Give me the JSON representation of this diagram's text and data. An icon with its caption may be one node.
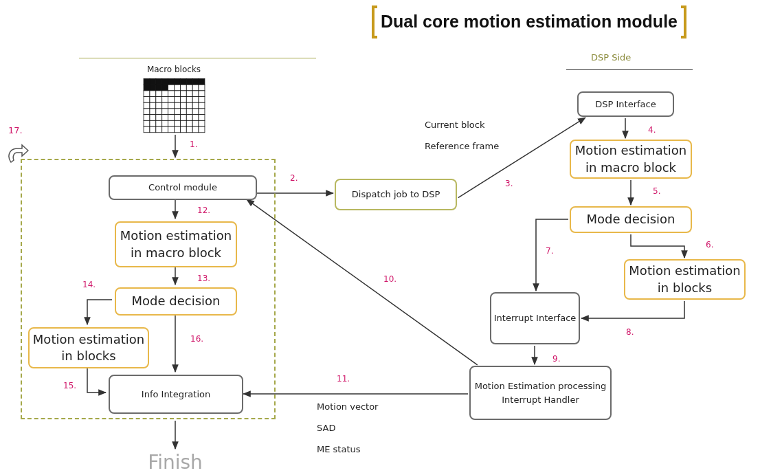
{
  "diagram": {
    "title": "Dual core motion estimation module",
    "nodes": [
      {
        "text": [],
        "shape": "box"
      },
      {
        "text": [
          "Macro blocks"
        ]
      },
      {
        "text": [
          "Control module"
        ],
        "in": 0
      },
      {
        "text": [
          "Motion estimation in macro block"
        ],
        "in": 0
      },
      {
        "text": [
          "Mode decision"
        ],
        "in": 0
      },
      {
        "text": [
          "Motion estimation in blocks"
        ],
        "in": 0
      },
      {
        "text": [
          "Info Integration"
        ],
        "in": 0
      },
      {
        "text": [
          "Finish"
        ]
      },
      {
        "text": [
          "Dispatch job to DSP"
        ]
      },
      {
        "text": [
          "DSP Interface"
        ]
      },
      {
        "text": [
          "Motion estimation in macro block"
        ]
      },
      {
        "text": [
          "Mode decision"
        ]
      },
      {
        "text": [
          "Motion estimation in blocks"
        ]
      },
      {
        "text": [
          "Interrupt Interface"
        ]
      },
      {
        "text": [
          "Motion Estimation processing Interrupt Handler"
        ]
      }
    ],
    "edges": [
      {
        "from": 1,
        "to": 0,
        "arrow": "to",
        "label": "1."
      },
      {
        "from": 2,
        "to": 8,
        "arrow": "to",
        "label": "2."
      },
      {
        "from": 8,
        "to": 9,
        "arrow": "to",
        "label": "3."
      },
      {
        "from": 9,
        "to": 10,
        "arrow": "to",
        "label": "4."
      },
      {
        "from": 10,
        "to": 11,
        "arrow": "to",
        "label": "5."
      },
      {
        "from": 11,
        "to": 12,
        "arrow": "to",
        "label": "6."
      },
      {
        "from": 11,
        "to": 13,
        "arrow": "to",
        "label": "7."
      },
      {
        "from": 12,
        "to": 13,
        "arrow": "to",
        "label": "8."
      },
      {
        "from": 13,
        "to": 14,
        "arrow": "to",
        "label": "9."
      },
      {
        "from": 14,
        "to": 2,
        "arrow": "to",
        "label": "10."
      },
      {
        "from": 14,
        "to": 6,
        "arrow": "to",
        "label": "11."
      },
      {
        "from": 2,
        "to": 3,
        "arrow": "to",
        "label": "12."
      },
      {
        "from": 3,
        "to": 4,
        "arrow": "to",
        "label": "13."
      },
      {
        "from": 4,
        "to": 5,
        "arrow": "to",
        "label": "14."
      },
      {
        "from": 5,
        "to": 6,
        "arrow": "to",
        "label": "15."
      },
      {
        "from": 4,
        "to": 6,
        "arrow": "to",
        "label": "16."
      },
      {
        "from": 0,
        "to": 7,
        "arrow": "to"
      }
    ],
    "labels": [
      "DSP Side",
      "Current block",
      "Reference frame",
      "Motion vector",
      "SAD",
      "ME status",
      "17."
    ]
  }
}
